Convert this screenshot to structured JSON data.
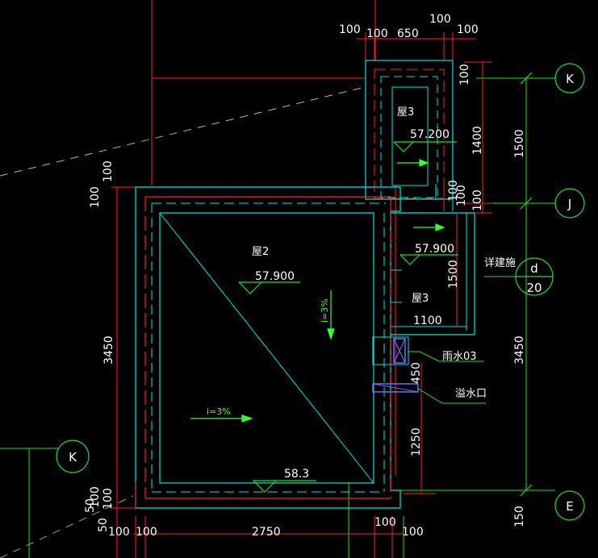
{
  "drawing": {
    "colors": {
      "background": "#000000",
      "wall_red": "#ff2020",
      "wall_cyan": "#00e5e5",
      "grid_green": "#22dd22",
      "text_white": "#ffffff",
      "arrow_green": "#33ff33",
      "marker_blue": "#6a6aff"
    },
    "axes": {
      "k_right": "K",
      "j_right": "J",
      "e_right": "E",
      "k_left": "K",
      "detail_ref_top": "d",
      "detail_ref_bottom": "20"
    },
    "dims_top": {
      "d1": "100",
      "d2": "100",
      "d3": "650",
      "d4": "100",
      "d5": "100"
    },
    "dims_bottom": {
      "d1": "100",
      "d2": "100",
      "d3": "2750",
      "d4": "100",
      "d5": "100"
    },
    "dims_left": {
      "top_a": "100",
      "top_b": "100",
      "main": "3450",
      "bot_a": "100",
      "bot_b": "100",
      "bot_c": "50",
      "bot_d": "50"
    },
    "dims_right": {
      "r100a": "100",
      "r1400": "1400",
      "r100b": "100",
      "r100c": "100",
      "r1500": "1500",
      "r1500b": "1500",
      "r3450": "3450",
      "r150": "150",
      "r450": "450",
      "r1250": "1250",
      "r1100": "1100",
      "r100d": "100"
    },
    "roofs": {
      "roof3_top_name": "屋3",
      "roof3_top_elev": "57.200",
      "roof2_name": "屋2",
      "roof2_elev": "57.900",
      "roof3_mid_name": "屋3",
      "roof3_mid_elev": "57.900",
      "bottom_elev": "58.3"
    },
    "slopes": {
      "vertical": "i=3%",
      "horizontal": "i=3%"
    },
    "callouts": {
      "rain_outlet": "雨水03",
      "overflow": "溢水口",
      "detail_note": "详建施"
    }
  }
}
